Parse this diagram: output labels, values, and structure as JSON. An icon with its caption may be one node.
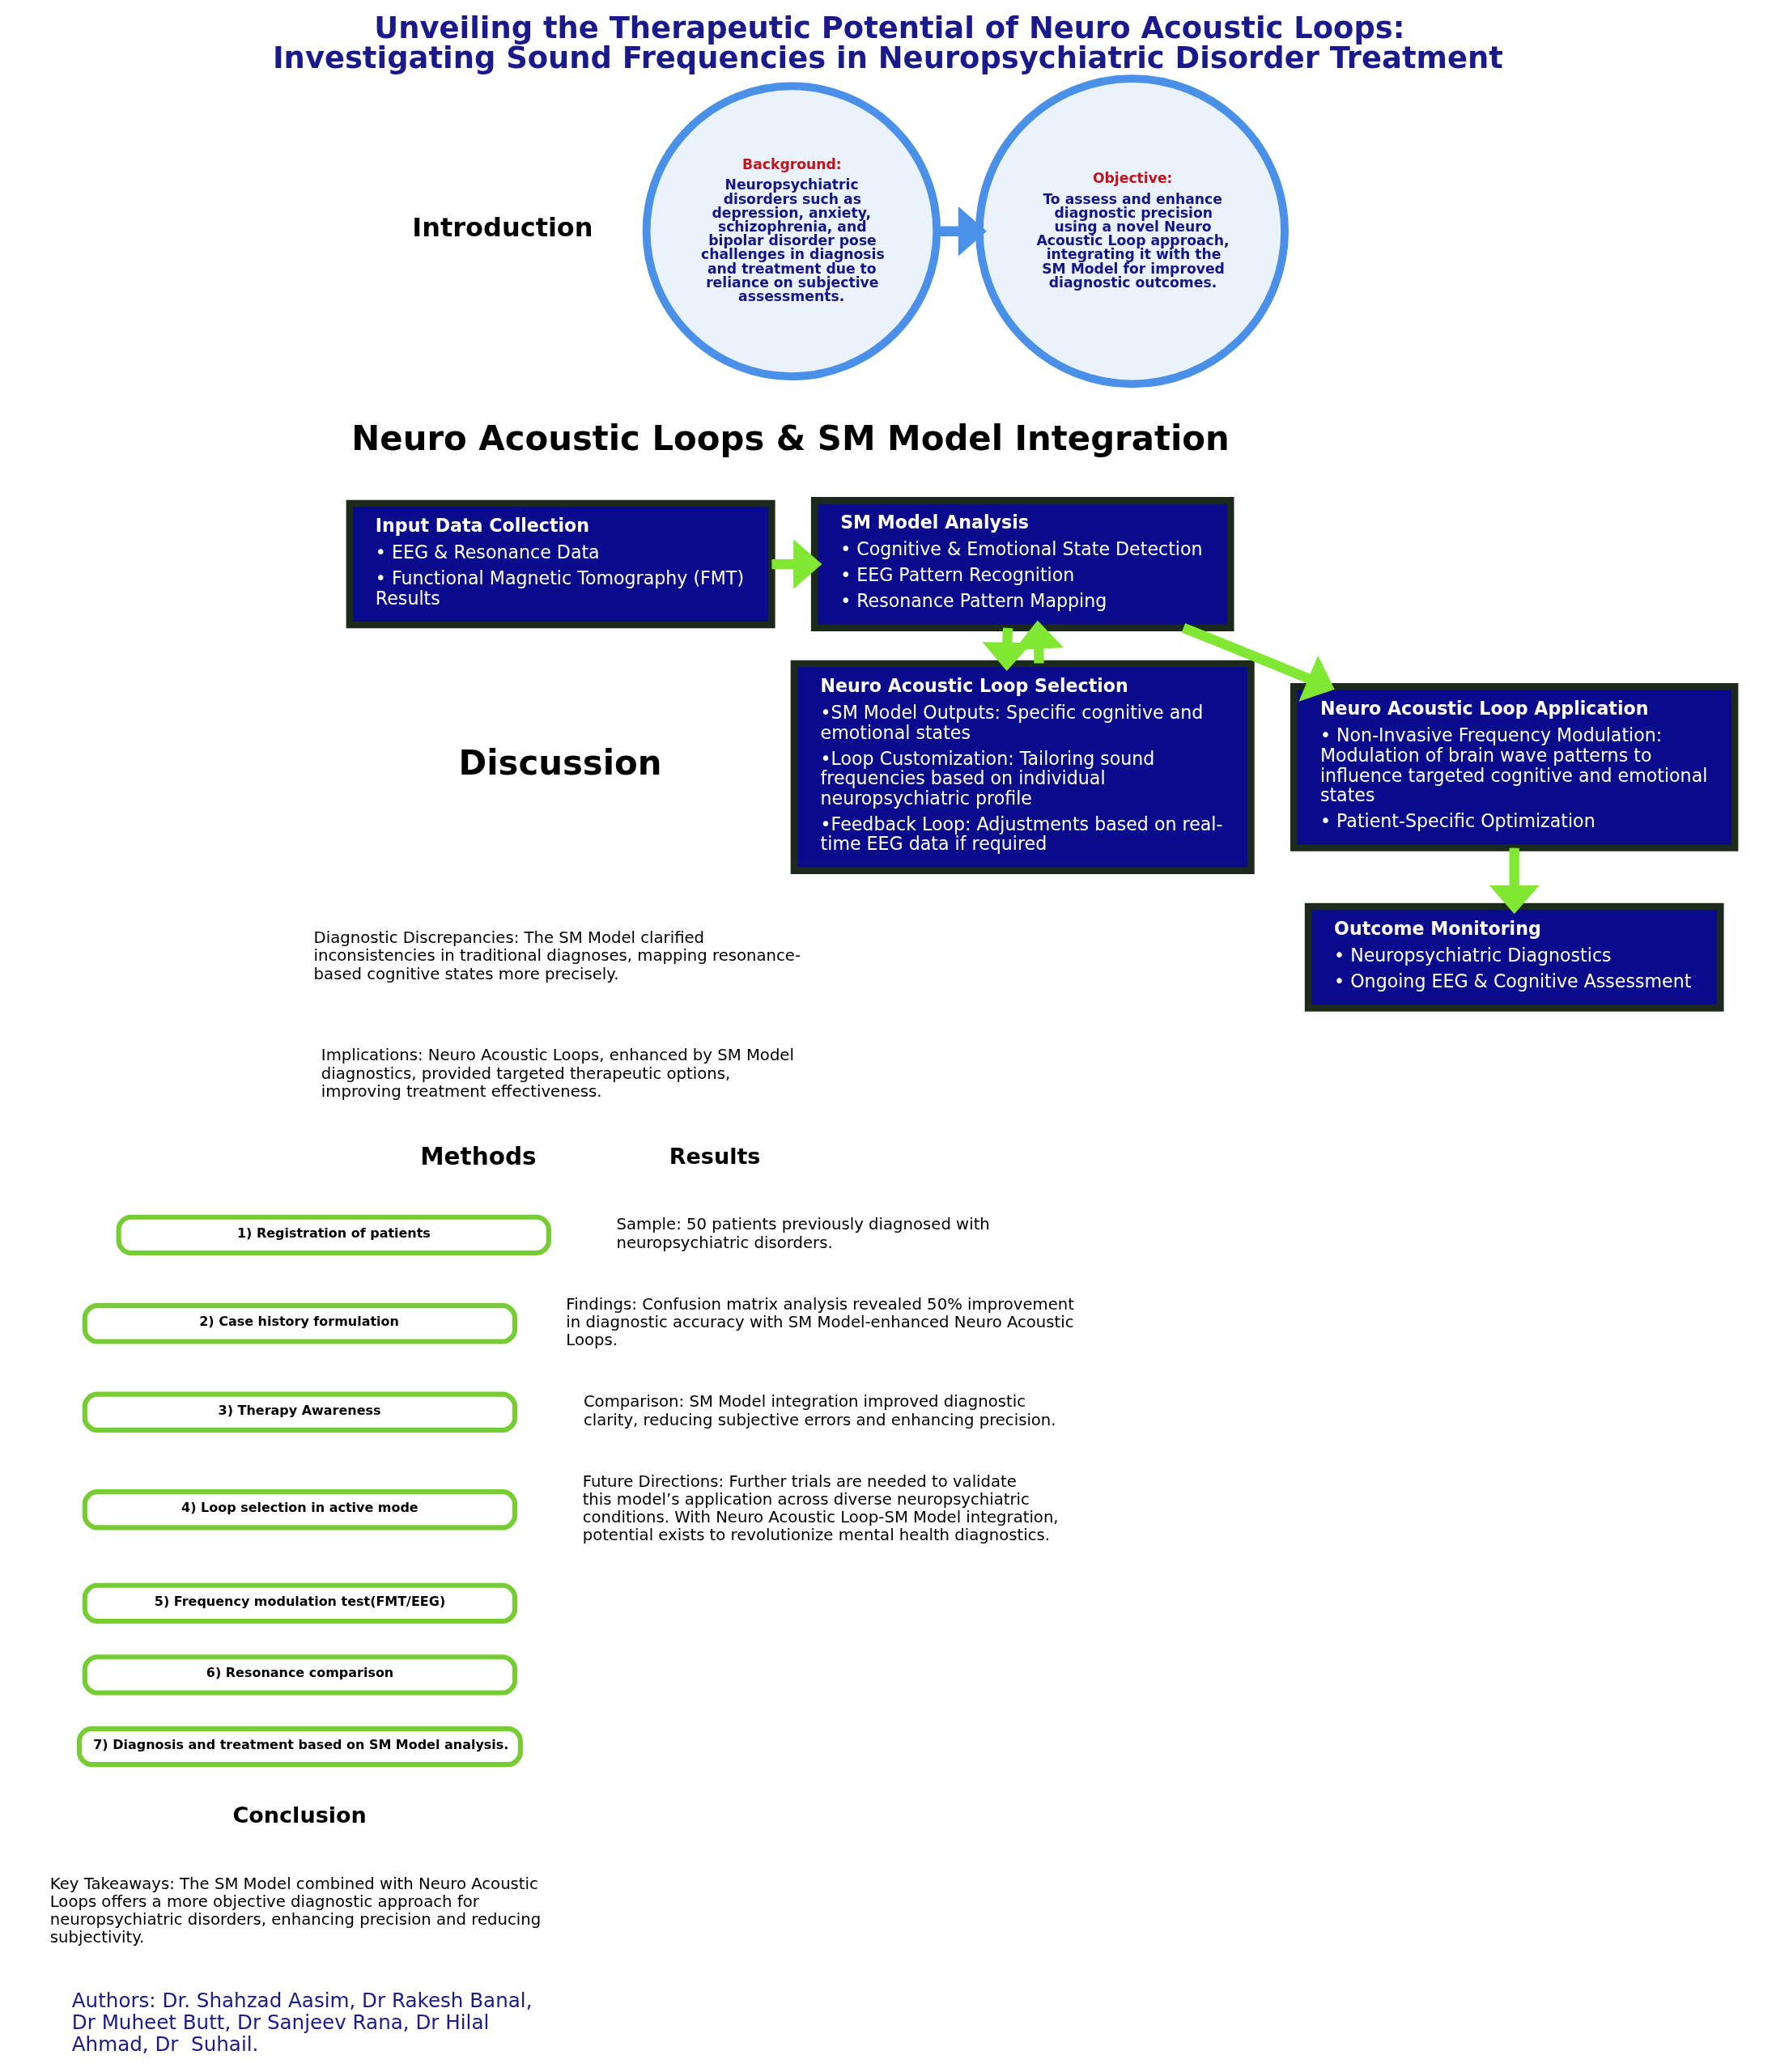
{
  "diagram": {
    "title": "Unveiling the Therapeutic Potential of Neuro Acoustic Loops: Investigating Sound Frequencies in Neuropsychiatric Disorder Treatment",
    "nodes": [
      {
        "text": [
          "Background:",
          "Neuropsychiatric disorders such as depression, anxiety, schizophrenia, and bipolar disorder pose challenges in diagnosis and treatment due to reliance on subjective assessments."
        ]
      },
      {
        "text": [
          "Objective:",
          "To assess and enhance diagnostic precision using a novel Neuro Acoustic Loop approach, integrating it with the SM Model for improved diagnostic outcomes."
        ]
      },
      {
        "text": [
          "Input Data Collection",
          "• EEG & Resonance Data",
          "• Functional Magnetic Tomography (FMT) Results"
        ]
      },
      {
        "text": [
          "SM Model Analysis",
          "• Cognitive & Emotional State Detection",
          "• EEG Pattern Recognition",
          "• Resonance Pattern Mapping"
        ]
      },
      {
        "text": [
          "Neuro Acoustic Loop Selection",
          "•SM Model Outputs: Specific cognitive and emotional states",
          "•Loop Customization: Tailoring sound frequencies based on individual neuropsychiatric profile",
          "•Feedback Loop: Adjustments based on real-time EEG data if required"
        ]
      },
      {
        "text": [
          "Neuro Acoustic Loop Application",
          "• Non-Invasive Frequency Modulation: Modulation of brain wave patterns to influence targeted cognitive and emotional states",
          "• Patient-Specific Optimization"
        ]
      },
      {
        "text": [
          "Outcome Monitoring",
          "• Neuropsychiatric Diagnostics",
          "• Ongoing EEG & Cognitive Assessment"
        ]
      },
      {
        "text": [
          "1) Registration of patients"
        ]
      },
      {
        "text": [
          "2) Case history formulation"
        ]
      },
      {
        "text": [
          "3) Therapy Awareness"
        ]
      },
      {
        "text": [
          "4) Loop selection in active mode"
        ]
      },
      {
        "text": [
          "5) Frequency modulation test(FMT/EEG)"
        ]
      },
      {
        "text": [
          "6) Resonance comparison"
        ]
      },
      {
        "text": [
          "7) Diagnosis and treatment based on SM Model analysis."
        ]
      }
    ],
    "edges": [
      {
        "from": 0,
        "to": 1,
        "arrow": "to",
        "color": "#4a90e8"
      },
      {
        "from": 2,
        "to": 3,
        "arrow": "to"
      },
      {
        "from": 3,
        "to": 5,
        "arrow": "to"
      },
      {
        "from": 4,
        "to": 3,
        "arrow": "to"
      },
      {
        "from": 3,
        "to": 4,
        "arrow": "to"
      },
      {
        "from": 5,
        "to": 6,
        "arrow": "to"
      }
    ],
    "labels": [
      "Introduction",
      "Neuro Acoustic Loops & SM Model Integration",
      "Discussion",
      "Diagnostic Discrepancies: The SM Model clarified inconsistencies in traditional diagnoses, mapping resonance-based cognitive states more precisely.",
      "Implications: Neuro Acoustic Loops, enhanced by SM Model diagnostics, provided targeted therapeutic options, improving treatment effectiveness.",
      "Methods",
      "Results",
      "Sample: 50 patients previously diagnosed with neuropsychiatric disorders.",
      "Findings: Confusion matrix analysis revealed 50% improvement in diagnostic accuracy with SM Model-enhanced Neuro Acoustic Loops.",
      "Comparison: SM Model integration improved diagnostic clarity, reducing subjective errors and enhancing precision.",
      "Future Directions: Further trials are needed to validate this model’s application across diverse neuropsychiatric conditions. With Neuro Acoustic Loop-SM Model integration, potential exists to revolutionize mental health diagnostics.",
      "Conclusion",
      "Key Takeaways: The SM Model combined with Neuro Acoustic Loops offers a more objective diagnostic approach for neuropsychiatric disorders, enhancing precision and reducing subjectivity.",
      "Authors: Dr. Shahzad Aasim, Dr Rakesh Banal, Dr Muheet Butt, Dr Sanjeev Rana, Dr Hilal Ahmad, Dr  Suhail."
    ]
  }
}
